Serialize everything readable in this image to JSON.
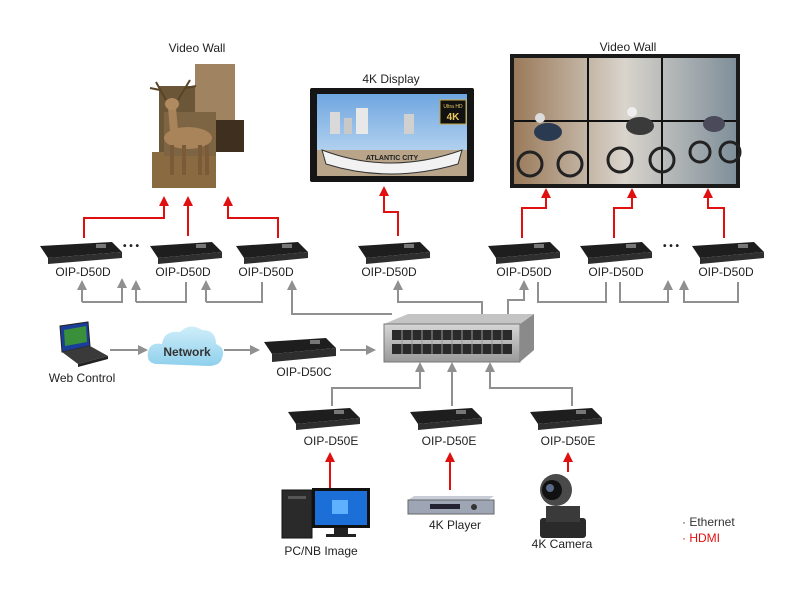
{
  "labels": {
    "video_wall_left": "Video Wall",
    "display_4k": "4K Display",
    "video_wall_right": "Video Wall",
    "decoder": "OIP-D50D",
    "controller": "OIP-D50C",
    "encoder": "OIP-D50E",
    "web_control": "Web Control",
    "network": "Network",
    "pc_image": "PC/NB Image",
    "player": "4K Player",
    "camera": "4K Camera",
    "ellipsis": "• • •",
    "display_sign": "ATLANTIC CITY",
    "badge_4k": "4K",
    "badge_ultra": "Ultra HD"
  },
  "legend": {
    "ethernet": "· Ethernet",
    "hdmi": "· HDMI"
  },
  "colors": {
    "ethernet": "#909090",
    "hdmi": "#e01010",
    "hdmi_text": "#e01010",
    "device": "#1e1e1e"
  }
}
